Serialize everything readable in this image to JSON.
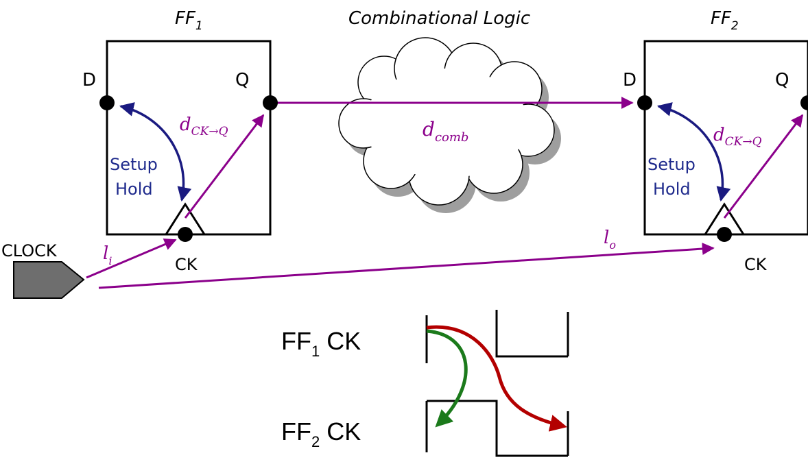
{
  "colors": {
    "box": "#000000",
    "signal": "#8B008B",
    "setup_hold_arrow": "#1A1A80",
    "setup_hold_text": "#1E2A8C",
    "clock_shape": "#6E6E6E",
    "cloud_fill": "#FFFFFF",
    "cloud_shadow": "#9E9E9E",
    "wave": "#000000",
    "hold_arrow": "#1B7A1B",
    "setup_arrow": "#B30000"
  },
  "titles": {
    "ff1": {
      "base": "FF",
      "sub": "1"
    },
    "comb": "Combinational Logic",
    "ff2": {
      "base": "FF",
      "sub": "2"
    }
  },
  "ff1": {
    "d": "D",
    "q": "Q",
    "ck": "CK",
    "setup": "Setup",
    "hold": "Hold",
    "delay": {
      "base": "d",
      "sub": "CK→Q"
    }
  },
  "ff2": {
    "d": "D",
    "q": "Q",
    "ck": "CK",
    "setup": "Setup",
    "hold": "Hold",
    "delay": {
      "base": "d",
      "sub": "CK→Q"
    }
  },
  "comb_delay": {
    "base": "d",
    "sub": "comb"
  },
  "clock": {
    "label": "CLOCK",
    "li": {
      "base": "l",
      "sub": "i"
    },
    "lo": {
      "base": "l",
      "sub": "o"
    }
  },
  "waveforms": {
    "ff1_label": {
      "base": "FF",
      "sub": "1",
      "suffix": " CK"
    },
    "ff2_label": {
      "base": "FF",
      "sub": "2",
      "suffix": " CK"
    }
  },
  "icons": [
    "clock-input-pentagon",
    "cloud-shape",
    "dot-terminal",
    "clock-triangle"
  ]
}
